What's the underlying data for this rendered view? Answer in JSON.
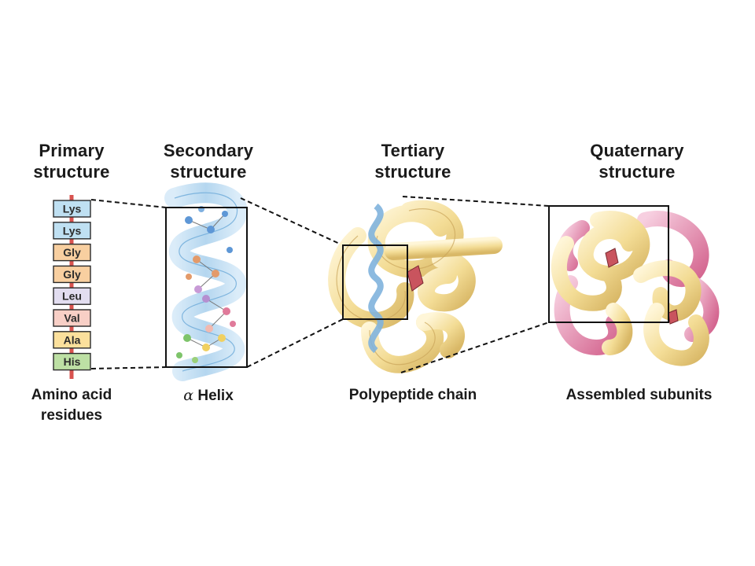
{
  "titles": {
    "primary": [
      "Primary",
      "structure"
    ],
    "secondary": [
      "Secondary",
      "structure"
    ],
    "tertiary": [
      "Tertiary",
      "structure"
    ],
    "quaternary": [
      "Quaternary",
      "structure"
    ]
  },
  "residues": [
    {
      "label": "Lys",
      "color": "#bfe0f2"
    },
    {
      "label": "Lys",
      "color": "#bfe0f2"
    },
    {
      "label": "Gly",
      "color": "#f8cfa0"
    },
    {
      "label": "Gly",
      "color": "#f8cfa0"
    },
    {
      "label": "Leu",
      "color": "#e2ddf0"
    },
    {
      "label": "Val",
      "color": "#f8cfc6"
    },
    {
      "label": "Ala",
      "color": "#fbe09c"
    },
    {
      "label": "His",
      "color": "#bde0a4"
    }
  ],
  "captions": {
    "primary": [
      "Amino acid",
      "residues"
    ],
    "secondary_symbol": "α",
    "secondary": "Helix",
    "tertiary": "Polypeptide chain",
    "quaternary": "Assembled subunits"
  },
  "colors": {
    "backbone": "#d9534f",
    "helix_ribbon": "#9cc9ea",
    "chain_yellow": "#f3dc95",
    "chain_pink": "#e27fa3",
    "box_outline": "#111111"
  }
}
